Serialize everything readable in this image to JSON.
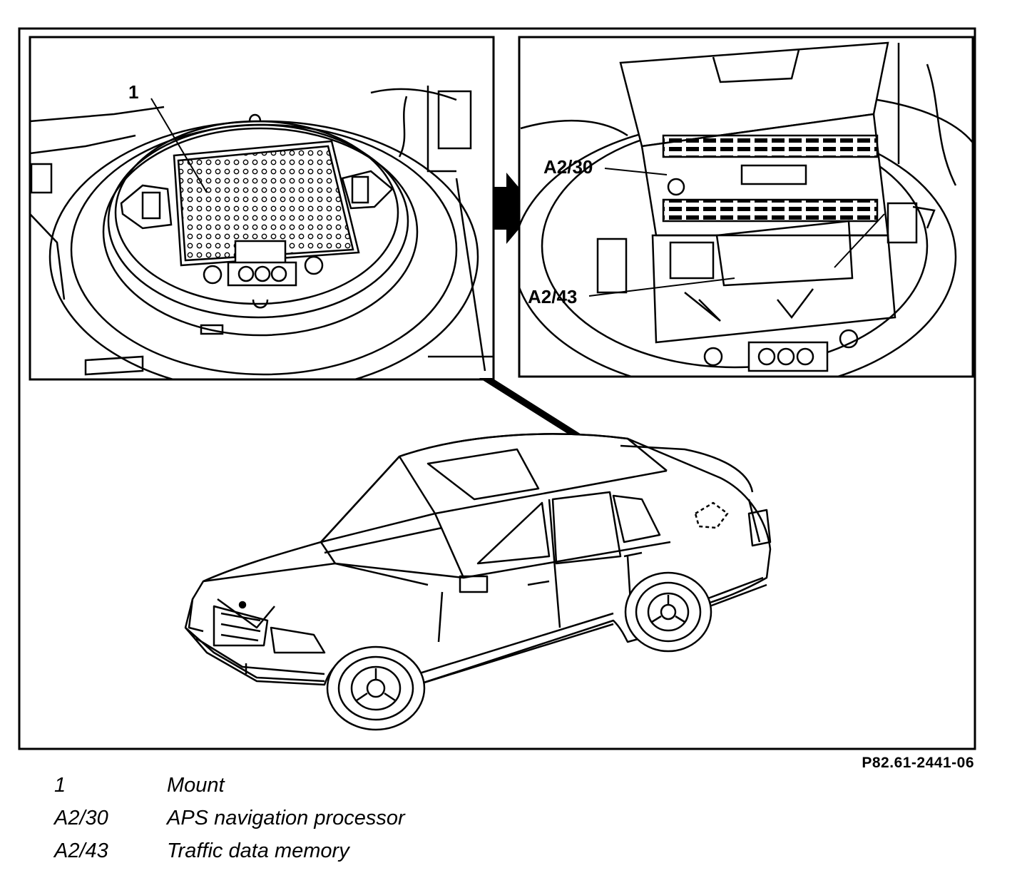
{
  "figure_ref": "P82.61-2441-06",
  "callouts": {
    "mount": "1",
    "processor": "A2/30",
    "memory": "A2/43"
  },
  "legend": [
    {
      "code": "1",
      "text": "Mount"
    },
    {
      "code": "A2/30",
      "text": "APS navigation processor"
    },
    {
      "code": "A2/43",
      "text": "Traffic data memory"
    }
  ],
  "colors": {
    "ink": "#000000",
    "paper": "#ffffff"
  }
}
